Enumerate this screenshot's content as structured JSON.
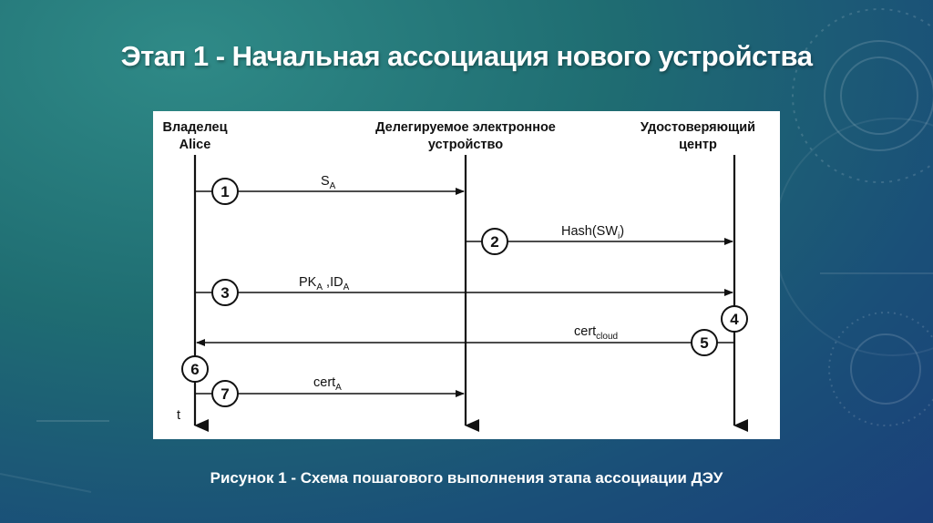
{
  "slide": {
    "title": "Этап 1 - Начальная ассоциация нового устройства",
    "caption": "Рисунок 1 - Схема пошагового выполнения этапа ассоциации ДЭУ"
  },
  "diagram": {
    "actors": [
      {
        "line1": "Владелец",
        "line2": "Alice"
      },
      {
        "line1": "Делегируемое электронное",
        "line2": "устройство"
      },
      {
        "line1": "Удостоверяющий",
        "line2": "центр"
      }
    ],
    "time_label": "t",
    "messages": [
      {
        "step": "1",
        "main": "S",
        "sub": "A",
        "tail": ""
      },
      {
        "step": "2",
        "main": "Hash(SW",
        "sub": "i",
        "tail": ")"
      },
      {
        "step": "3",
        "main": "PK",
        "sub": "A",
        "tail": " ,ID",
        "sub2": "A"
      },
      {
        "step": "5",
        "main": "cert",
        "sub": "cloud",
        "tail": ""
      },
      {
        "step": "7",
        "main": "cert",
        "sub": "A",
        "tail": ""
      }
    ],
    "local_steps": [
      "4",
      "6"
    ]
  },
  "colors": {
    "panel": "#ffffff",
    "ink": "#111111",
    "title": "#ffffff"
  }
}
